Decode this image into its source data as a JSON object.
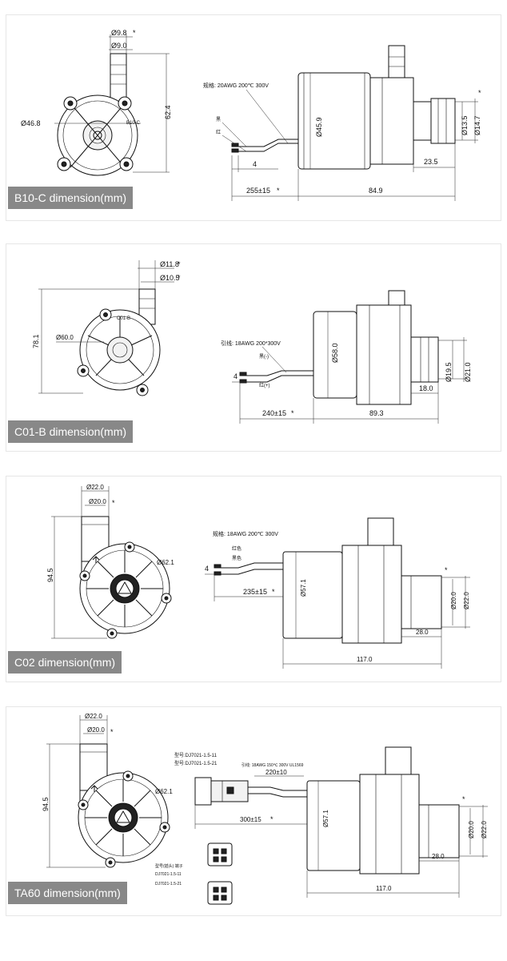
{
  "panels": [
    {
      "caption": "B10-C dimension(mm)",
      "labels": {
        "d_outlet": "Ø9.8",
        "d_outlet_in": "Ø9.0",
        "d_body": "Ø46.8",
        "height": "62.4",
        "wire": "规格: 20AWG 200℃ 300V",
        "wire_black": "黑",
        "wire_red": "红",
        "strip": "4",
        "d_motor": "Ø45.9",
        "d_inlet_in": "Ø13.5",
        "d_inlet": "Ø14.7",
        "inlet_len": "23.5",
        "wire_len": "255±15",
        "body_len": "84.9",
        "mark": "*",
        "chip": "B10-C"
      }
    },
    {
      "caption": "C01-B dimension(mm)",
      "labels": {
        "d_outlet": "Ø11.8",
        "d_outlet_in": "Ø10.5",
        "height": "78.1",
        "d_body": "Ø60.0",
        "chip": "C01-B",
        "wire": "引线: 18AWG 200*300V",
        "wire_black": "黑(-)",
        "wire_red": "红(+)",
        "strip": "4",
        "d_motor": "Ø58.0",
        "d_inlet_in": "Ø19.5",
        "d_inlet": "Ø21.0",
        "inlet_len": "18.0",
        "wire_len": "240±15",
        "body_len": "89.3",
        "mark": "*"
      }
    },
    {
      "caption": "C02 dimension(mm)",
      "labels": {
        "d_outlet": "Ø22.0",
        "d_outlet_in": "Ø20.0",
        "height": "94.5",
        "d_vol": "Ø62.1",
        "wire": "规格: 18AWG 200℃ 300V",
        "wire_red": "红色",
        "wire_black": "黑色",
        "strip": "4",
        "wire_len": "235±15",
        "d_motor": "Ø57.1",
        "d_inlet_in": "Ø20.0",
        "d_inlet": "Ø22.0",
        "inlet_len": "28.0",
        "body_len": "117.0",
        "mark": "*"
      }
    },
    {
      "caption": "TA60 dimension(mm)",
      "labels": {
        "d_outlet": "Ø22.0",
        "d_outlet_in": "Ø20.0",
        "height": "94.5",
        "d_vol": "Ø62.1",
        "model1": "型号:DJ7021-1.5-11",
        "model2": "型号:DJ7021-1.5-21",
        "wire": "引线: 18AWG 150℃ 300V UL1569",
        "seg": "220±10",
        "wire_len": "300±15",
        "d_motor": "Ø57.1",
        "d_inlet_in": "Ø20.0",
        "d_inlet": "Ø22.0",
        "inlet_len": "28.0",
        "body_len": "117.0",
        "conn1": "DJ7021-1.5-11",
        "conn2": "DJ7021-1.5-21",
        "conn_note": "型号(插头) 端子",
        "mark": "*"
      }
    }
  ],
  "colors": {
    "caption_bg": "#888888",
    "caption_text": "#ffffff",
    "line": "#111111",
    "border": "#e6e6e6"
  }
}
